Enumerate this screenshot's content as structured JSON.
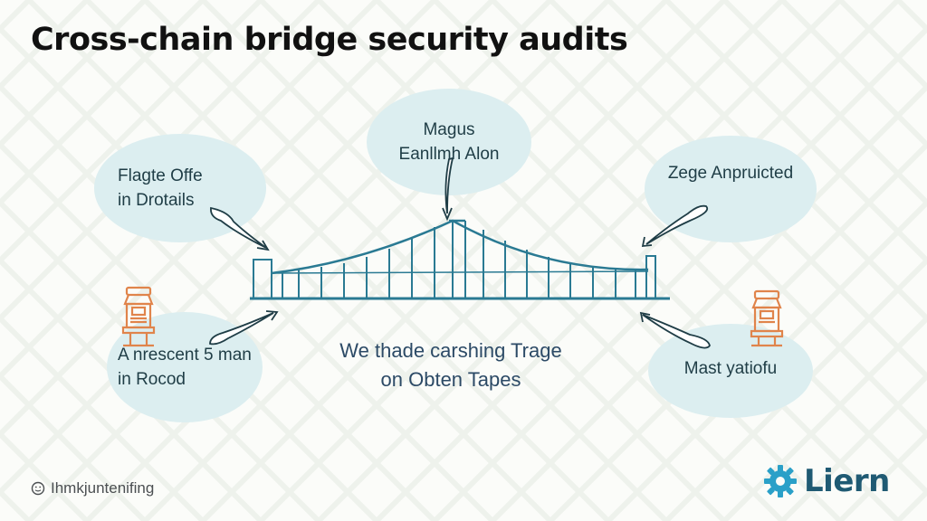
{
  "title": "Cross-chain bridge security audits",
  "bubbles": {
    "top": [
      "Magus",
      "Eanllmh Alon"
    ],
    "left_top": [
      "Flagte Offe",
      "in Drotails"
    ],
    "right_top": [
      "Zege Anpruicted"
    ],
    "left_bottom": [
      "A nrescent 5 man",
      "in Rocod"
    ],
    "right_bottom": [
      "Mast yatiofu"
    ]
  },
  "center_text": [
    "We thade carshing Trage",
    "on Obten Tapes"
  ],
  "footer": {
    "text": "Ihmkjuntenifing"
  },
  "logo": {
    "text": "Liern"
  },
  "colors": {
    "bubble": "#dceef0",
    "bridge": "#2a7a93",
    "accent_orange": "#e0844b",
    "logo_blue": "#1f5a73",
    "gear": "#2aa0c8"
  },
  "icons": {
    "footer": "smiley-icon",
    "logo": "gear-icon",
    "left_tower": "tower-icon",
    "right_tower": "tower-icon"
  }
}
